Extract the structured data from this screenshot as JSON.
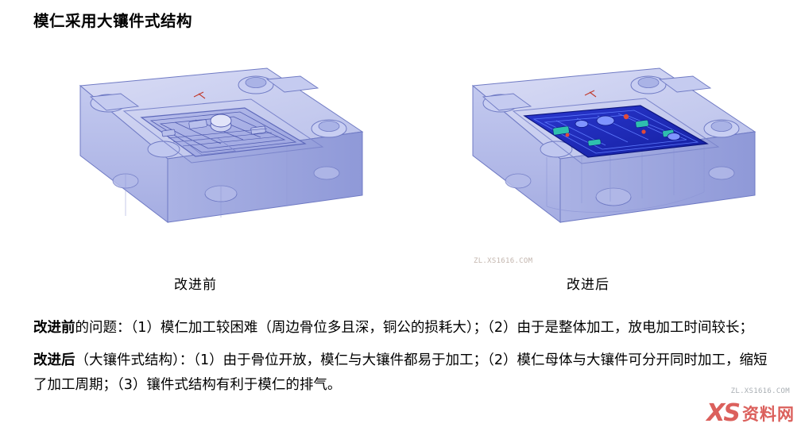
{
  "document": {
    "title": "模仁采用大镶件式结构",
    "figures": [
      {
        "id": "before",
        "caption": "改进前",
        "alt": "注塑模具模仁三维图：整体加工模仁，型腔骨位多且深",
        "accent_color": "#9aa6e8"
      },
      {
        "id": "after",
        "caption": "改进后",
        "alt": "注塑模具模仁三维图：大镶件式结构，模仁母体与大镶件可分开加工",
        "accent_color": "#2030c8"
      }
    ],
    "paragraphs": [
      {
        "lead": "改进前",
        "text": "的问题：（1）模仁加工较困难（周边骨位多且深，铜公的损耗大）；（2）由于是整体加工，放电加工时间较长；"
      },
      {
        "lead": "改进后",
        "text": "（大镶件式结构）：（1）由于骨位开放，模仁与大镶件都易于加工；（2）模仁母体与大镶件可分开同时加工，缩短了加工周期；（3）镶件式结构有利于模仁的排气。"
      }
    ],
    "watermarks": {
      "logo": "XS",
      "brand": "资料网",
      "url_small": "ZL.XS1616.COM",
      "url_small_2": "ZL.XS1616.COM"
    }
  }
}
